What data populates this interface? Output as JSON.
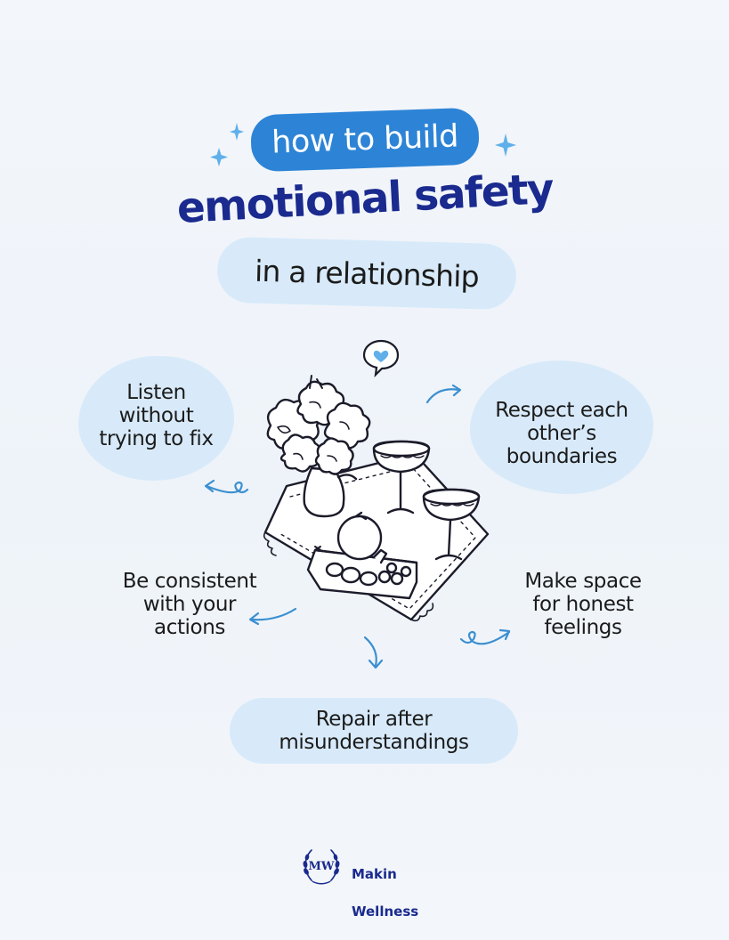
{
  "header": {
    "kicker": "how to build",
    "title": "emotional safety",
    "subtitle": "in a relationship"
  },
  "tips": [
    {
      "label": "Listen\nwithout\ntrying to fix"
    },
    {
      "label": "Respect each\nother’s\nboundaries"
    },
    {
      "label": "Be consistent\nwith your\nactions"
    },
    {
      "label": "Make space\nfor honest\nfeelings"
    },
    {
      "label": "Repair after\nmisunderstandings"
    }
  ],
  "brand": {
    "name_line1": "Makin",
    "name_line2": "Wellness",
    "logo_letters": "MW"
  },
  "colors": {
    "accent_blue": "#2d84d6",
    "title_navy": "#1a2a8e",
    "soft_blue": "#d8eaf9",
    "arrow_blue": "#3b8fd0",
    "sparkle_blue": "#5fb0ea"
  },
  "icons": [
    "sparkle-icon",
    "heart-speech-bubble-icon",
    "curved-arrow-icon",
    "laurel-wreath-icon"
  ]
}
